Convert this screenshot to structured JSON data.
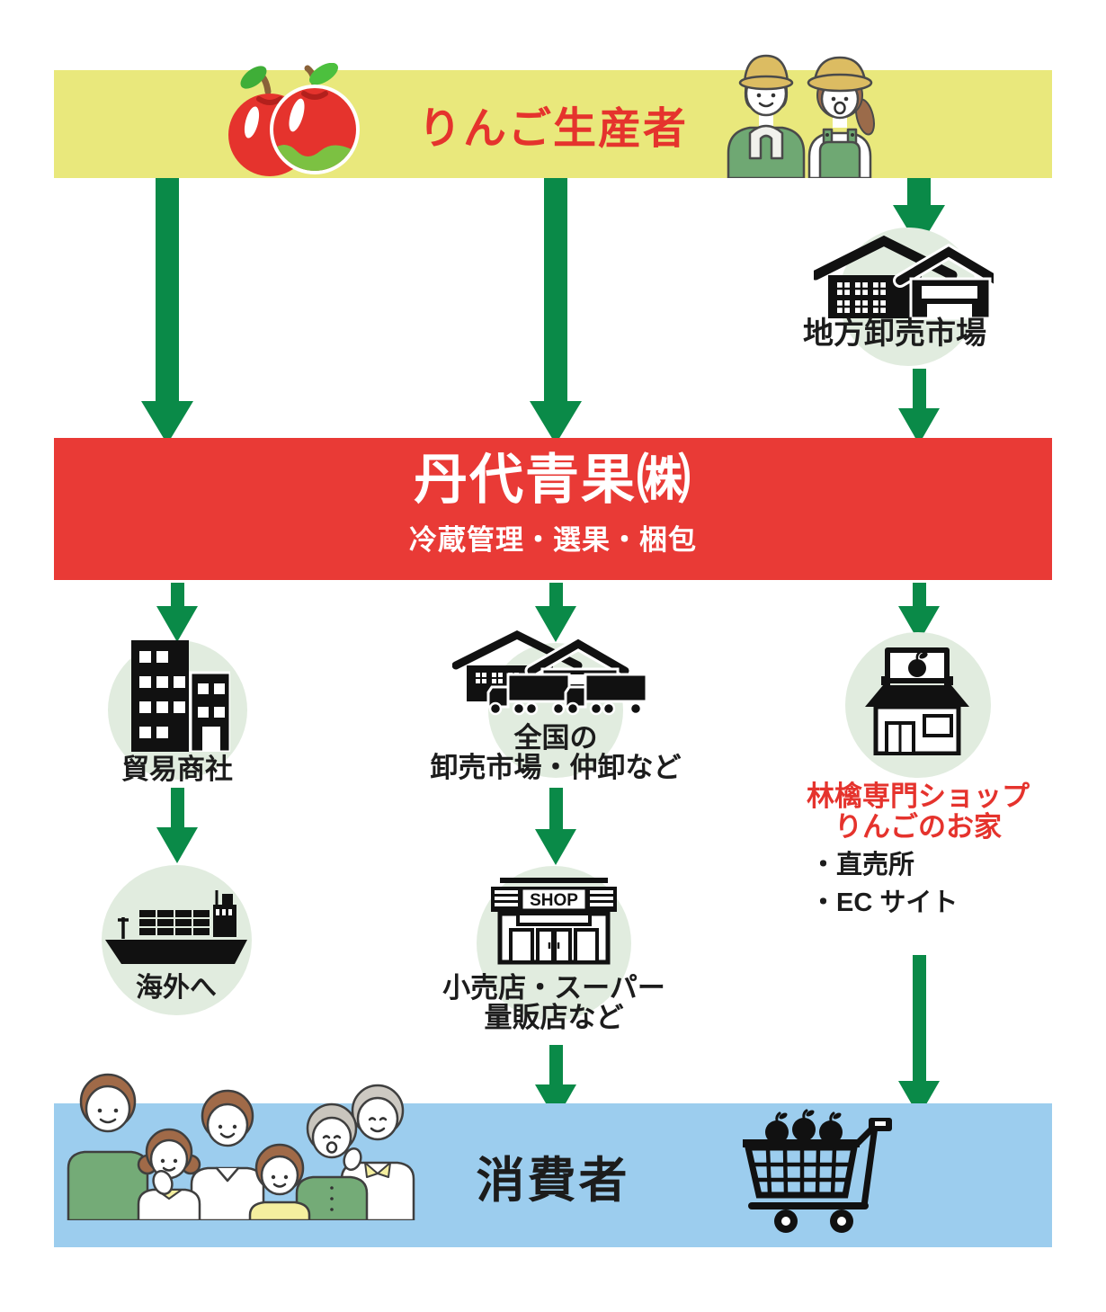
{
  "banners": {
    "producer": {
      "label": "りんご生産者"
    },
    "company": {
      "title": "丹代青果㈱",
      "subtitle": "冷蔵管理・選果・梱包"
    },
    "consumer": {
      "label": "消費者"
    }
  },
  "nodes": {
    "local_market": {
      "label": "地方卸売市場"
    },
    "trading_company": {
      "label": "貿易商社"
    },
    "overseas": {
      "label": "海外へ"
    },
    "national_market": {
      "line1": "全国の",
      "line2": "卸売市場・仲卸など"
    },
    "retail": {
      "sign": "SHOP",
      "line1": "小売店・スーパー",
      "line2": "量販店など"
    },
    "apple_shop": {
      "name1": "林檎専門ショップ",
      "name2": "りんごのお家",
      "bullet1": "・直売所",
      "bullet2": "・EC サイト"
    }
  },
  "colors": {
    "banner_yellow": "#e9e87c",
    "banner_red": "#e93a36",
    "banner_blue": "#9ccdee",
    "arrow_green": "#0a8a48",
    "node_circle_green": "#e1ecdf",
    "accent_red_text": "#e5332d",
    "text_black": "#1c1c1c"
  }
}
